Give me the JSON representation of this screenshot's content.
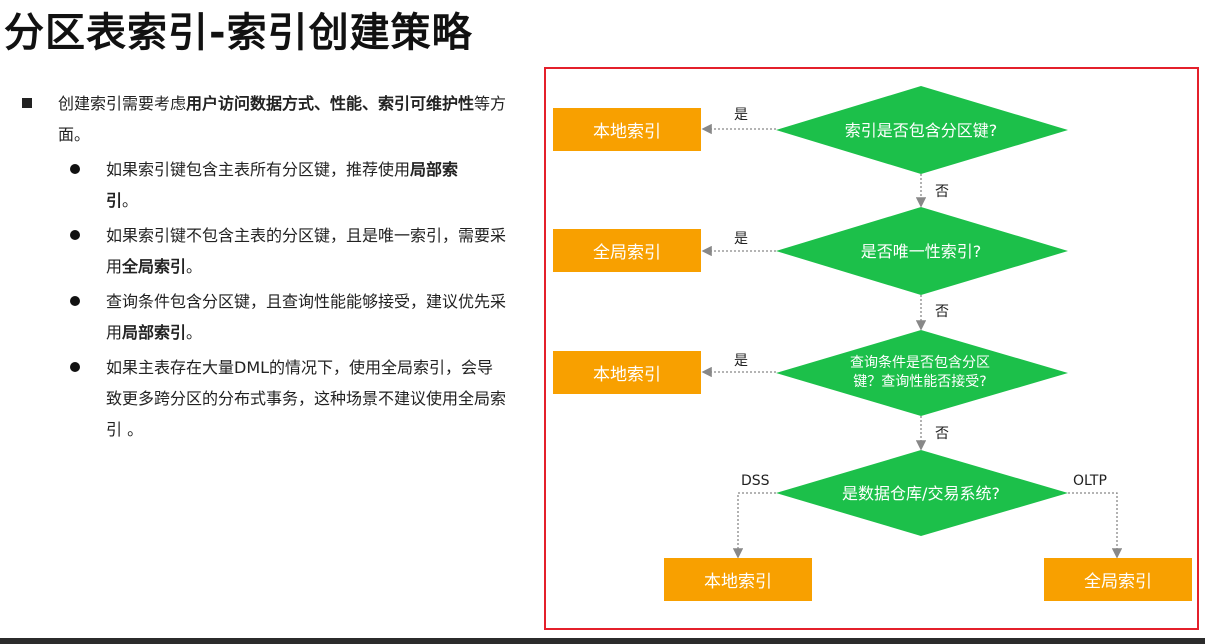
{
  "title": "分区表索引-索引创建策略",
  "main_bullet": {
    "pre": "创建索引需要考虑",
    "bold": "用户访问数据方式、性能、索引可维护性",
    "post": "等方面。"
  },
  "sub_bullets": [
    {
      "pre": "如果索引键包含主表所有分区键，推荐使用",
      "bold": "局部索引",
      "post": "。"
    },
    {
      "pre": "如果索引键不包含主表的分区键，且是唯一索引，需要采用",
      "bold": "全局索引",
      "post": "。"
    },
    {
      "pre": "查询条件包含分区键，且查询性能能够接受，建议优先采用",
      "bold": "局部索引",
      "post": "。"
    },
    {
      "pre": "如果主表存在大量DML的情况下，使用全局索引，会导致更多跨分区的分布式事务，这种场景不建议使用全局索引 。",
      "bold": "",
      "post": ""
    }
  ],
  "flow": {
    "d1": "索引是否包含分区键?",
    "d2": "是否唯一性索引?",
    "d3_line1": "查询条件是否包含分区",
    "d3_line2": "键？查询性能否接受?",
    "d4": "是数据仓库/交易系统?",
    "r1": "本地索引",
    "r2": "全局索引",
    "r3": "本地索引",
    "r4": "本地索引",
    "r5": "全局索引",
    "yes": "是",
    "no": "否",
    "dss": "DSS",
    "oltp": "OLTP"
  },
  "colors": {
    "diamond": "#1cc04a",
    "box": "#f8a000",
    "frame": "#e4202b"
  }
}
